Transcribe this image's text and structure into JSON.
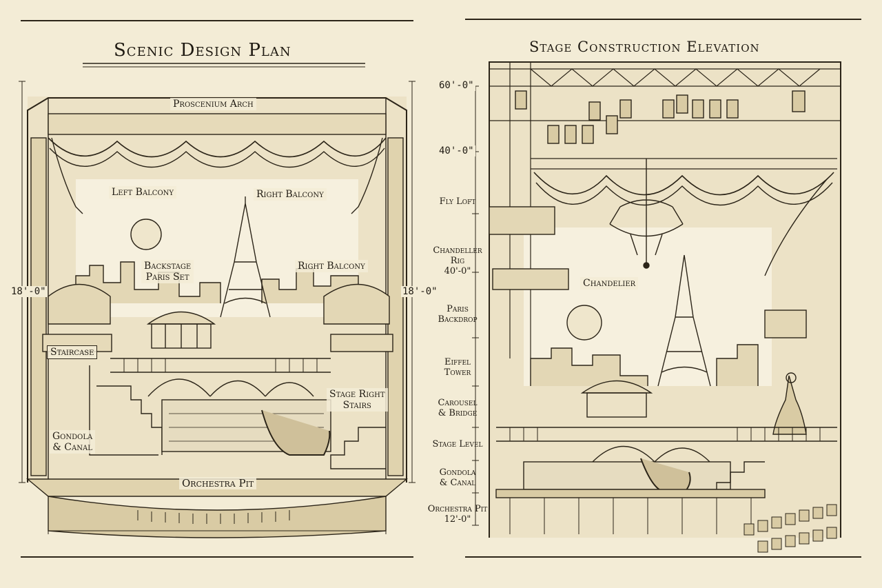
{
  "plan": {
    "title": "Scenic Design Plan",
    "labels": {
      "proscenium": "Proscenium Arch",
      "left_balcony": "Left Balcony",
      "right_balcony_top": "Right Balcony",
      "backstage": "Backstage\nParis Set",
      "right_balcony": "Right Balcony",
      "staircase": "Staircase",
      "stage_right_stairs": "Stage Right\nStairs",
      "gondola": "Gondola\n& Canal",
      "orchestra_pit": "Orchestra Pit"
    },
    "dims": {
      "left": "18'-0\"",
      "right": "18'-0\""
    }
  },
  "elevation": {
    "title": "Stage Construction Elevation",
    "chandelier": "Chandelier",
    "levels": [
      {
        "text": "60'-0\""
      },
      {
        "text": "40'-0\""
      },
      {
        "text": "Fly Loft"
      },
      {
        "text": "Chandeller Rig\n40'-0\""
      },
      {
        "text": "Paris\nBackdrop"
      },
      {
        "text": "Eiffel\nTower"
      },
      {
        "text": "Carousel\n& Bridge"
      },
      {
        "text": "Stage Level"
      },
      {
        "text": "Gondola\n& Canal"
      },
      {
        "text": "Orchestra Pit\n12'-0\""
      }
    ]
  },
  "colors": {
    "paper": "#f3ecd6",
    "ink": "#2b2418",
    "wash": "#d9cba4"
  }
}
